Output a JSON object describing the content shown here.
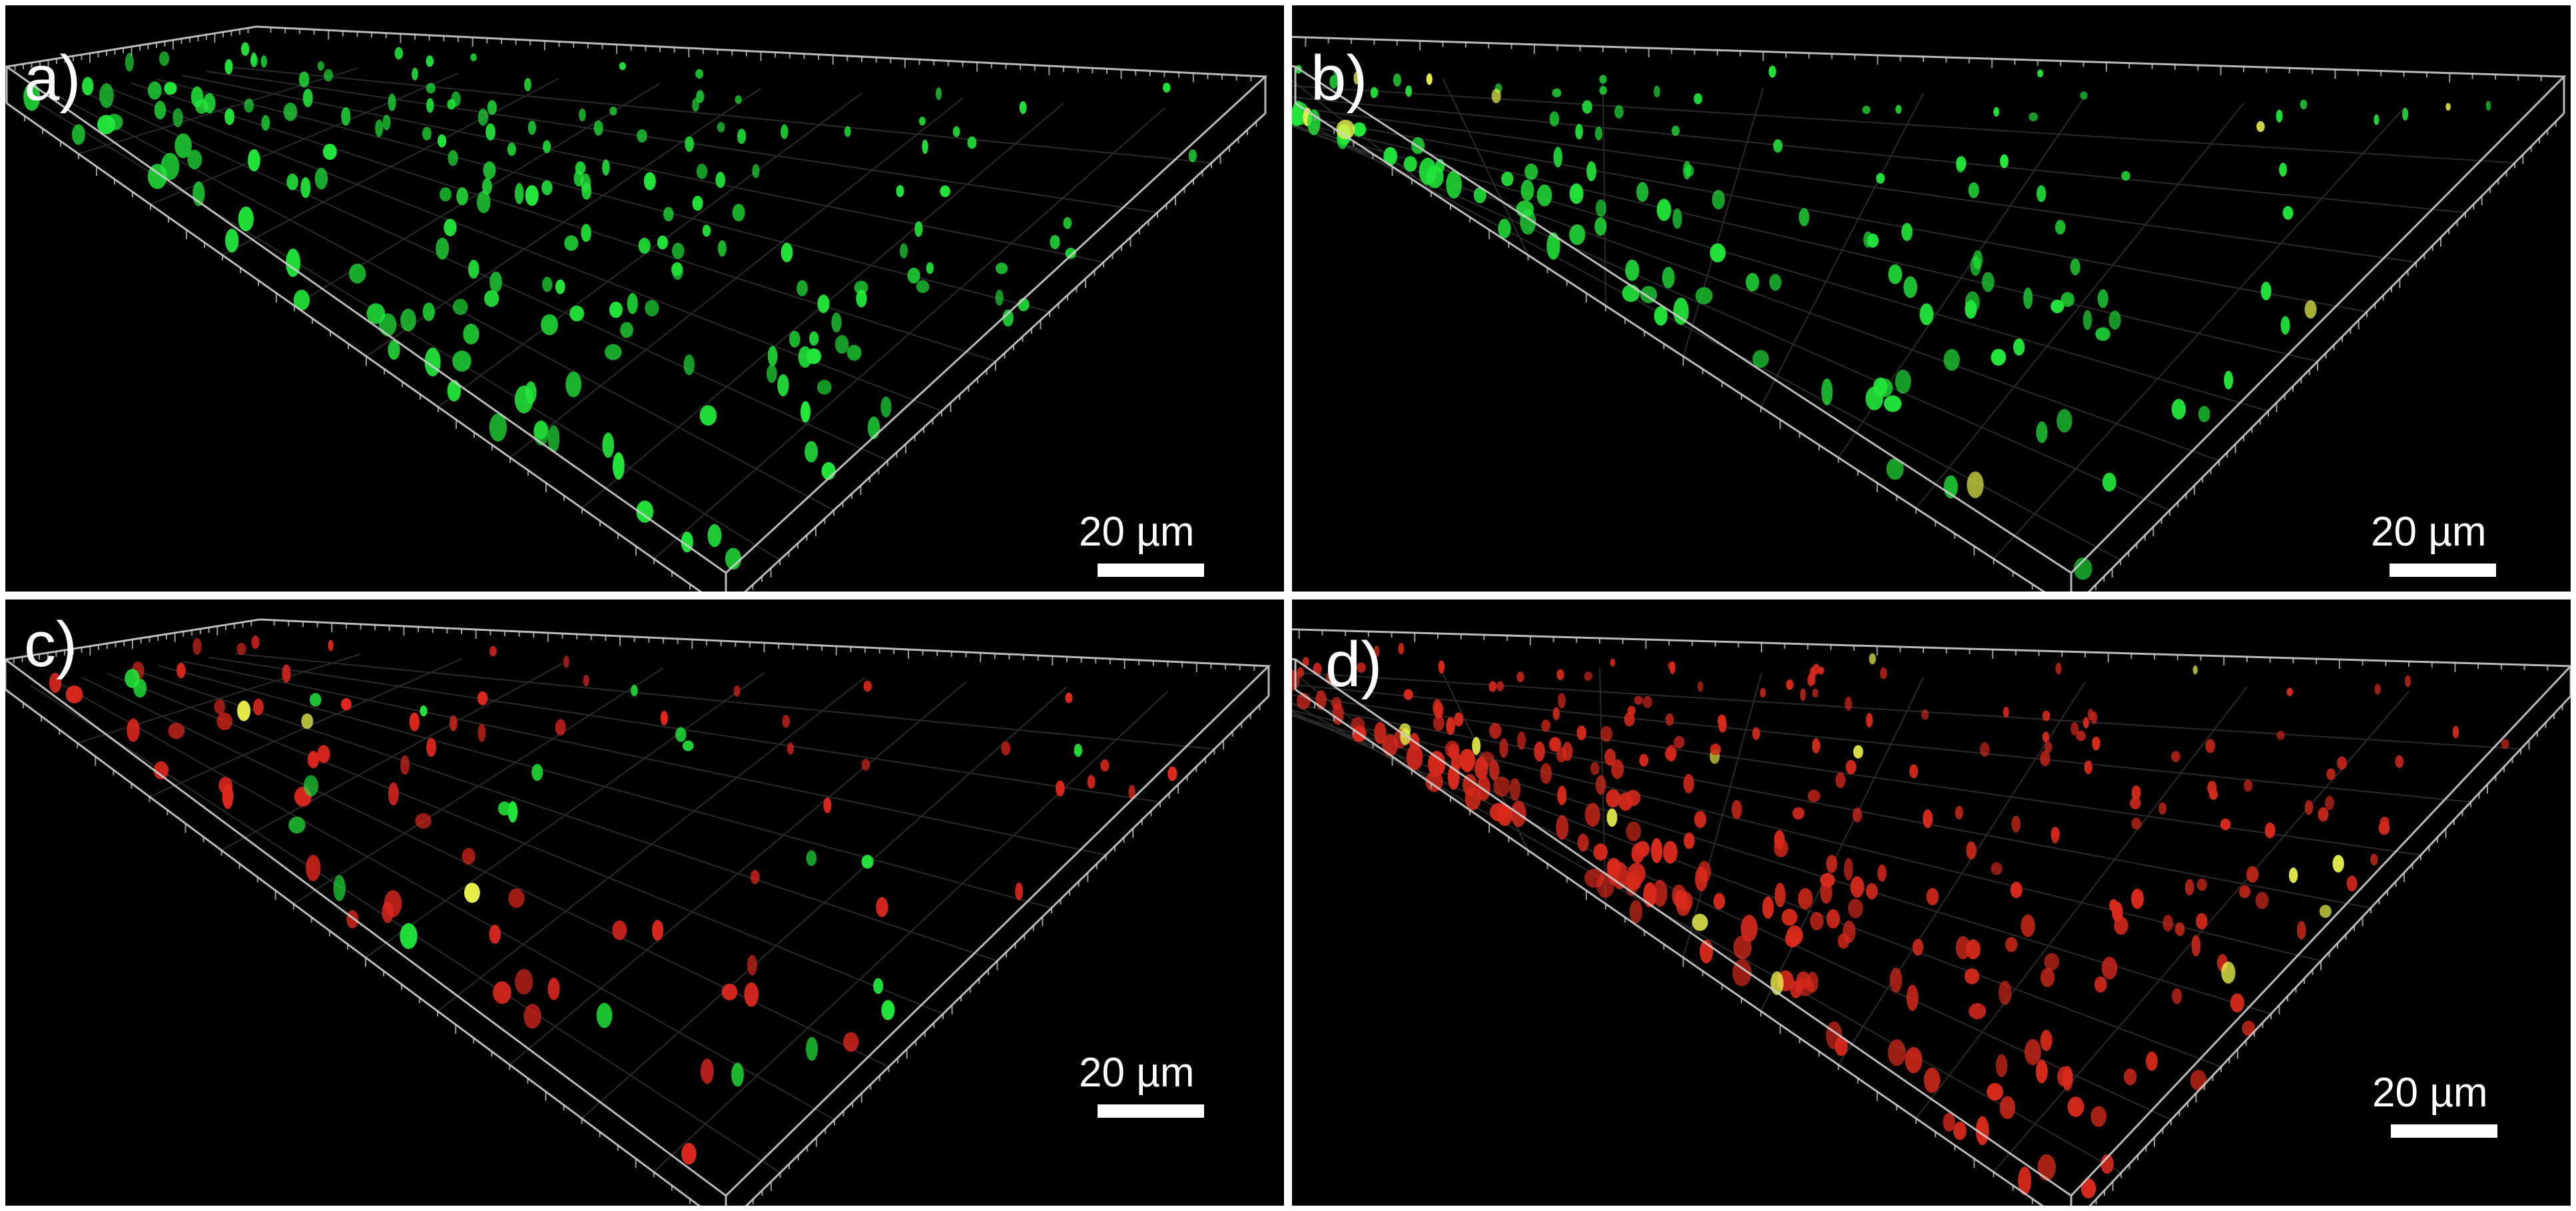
{
  "figure": {
    "panels": [
      {
        "id": "a",
        "label": "a)",
        "scale_bar_label": "20 µm",
        "channel_colors": [
          "#22e63a"
        ]
      },
      {
        "id": "b",
        "label": "b)",
        "scale_bar_label": "20 µm",
        "channel_colors": [
          "#22e63a",
          "#e8f04a"
        ]
      },
      {
        "id": "c",
        "label": "c)",
        "scale_bar_label": "20 µm",
        "channel_colors": [
          "#e0281e",
          "#22e63a",
          "#e8f04a"
        ]
      },
      {
        "id": "d",
        "label": "d)",
        "scale_bar_label": "20 µm",
        "channel_colors": [
          "#d92a1c",
          "#e8f04a"
        ]
      }
    ],
    "colors": {
      "background": "#000000",
      "frame": "#ffffff",
      "green": "#22e63a",
      "red": "#e0281e",
      "yellow": "#e8f04a"
    }
  }
}
